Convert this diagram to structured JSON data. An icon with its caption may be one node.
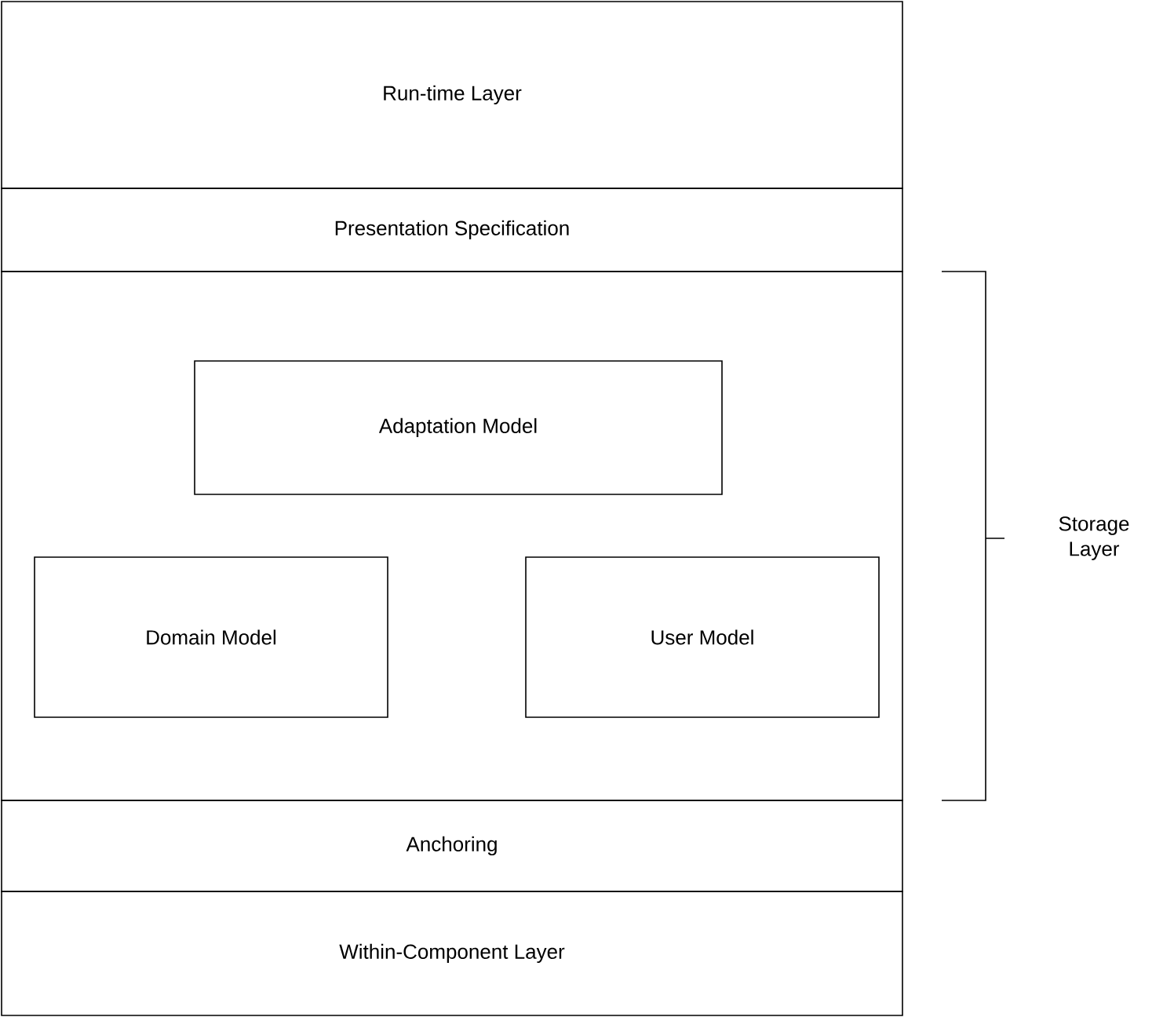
{
  "diagram": {
    "nodes": [
      {
        "text": [
          "Run-time Layer"
        ]
      },
      {
        "text": [
          "Presentation Specification"
        ]
      },
      {
        "text": [],
        "shape": "box"
      },
      {
        "text": [
          "Adaptation Model"
        ],
        "in": 2
      },
      {
        "text": [
          "Domain Model"
        ],
        "in": 2
      },
      {
        "text": [
          "User Model"
        ],
        "in": 2
      },
      {
        "text": [
          "Anchoring"
        ]
      },
      {
        "text": [
          "Within-Component Layer"
        ]
      }
    ],
    "edges": [],
    "labels": [
      "Storage Layer"
    ]
  }
}
